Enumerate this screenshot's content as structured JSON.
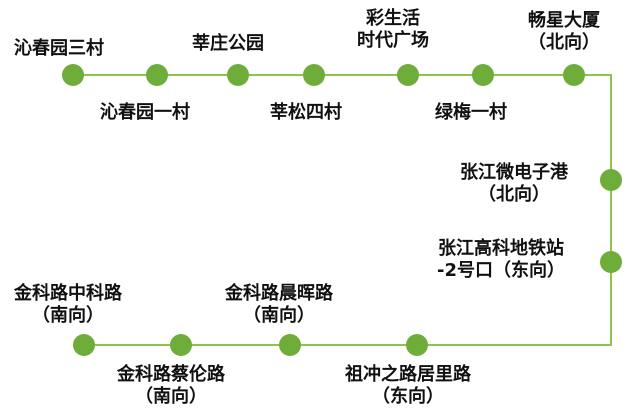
{
  "route": {
    "line_color": "#8ec449",
    "dot_color": "#6fad3b",
    "stops": [
      {
        "lines": [
          "沁春园三村"
        ]
      },
      {
        "lines": [
          "沁春园一村"
        ]
      },
      {
        "lines": [
          "莘庄公园"
        ]
      },
      {
        "lines": [
          "莘松四村"
        ]
      },
      {
        "lines": [
          "彩生活",
          "时代广场"
        ]
      },
      {
        "lines": [
          "绿梅一村"
        ]
      },
      {
        "lines": [
          "畅星大厦",
          "（北向）"
        ]
      },
      {
        "lines": [
          "张江微电子港",
          "（北向）"
        ]
      },
      {
        "lines": [
          "张江高科地铁站",
          "-2号口（东向）"
        ]
      },
      {
        "lines": [
          "祖冲之路居里路",
          "（东向）"
        ]
      },
      {
        "lines": [
          "金科路晨晖路",
          "（南向）"
        ]
      },
      {
        "lines": [
          "金科路蔡伦路",
          "（南向）"
        ]
      },
      {
        "lines": [
          "金科路中科路",
          "（南向）"
        ]
      }
    ]
  }
}
